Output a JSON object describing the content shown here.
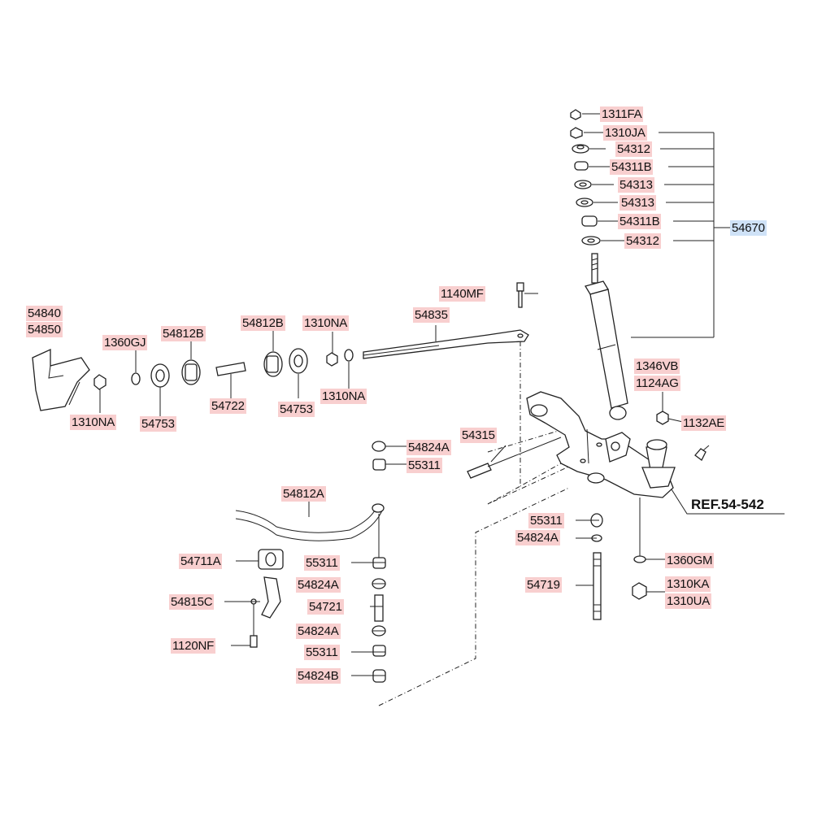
{
  "labels": {
    "l1311FA": "1311FA",
    "l1310JA": "1310JA",
    "l54312a": "54312",
    "l54311Ba": "54311B",
    "l54313a": "54313",
    "l54313b": "54313",
    "l54311Bb": "54311B",
    "l54312b": "54312",
    "l54670": "54670",
    "l1140MF": "1140MF",
    "l54835": "54835",
    "l54840": "54840",
    "l54850": "54850",
    "l1360GJ": "1360GJ",
    "l54812B_a": "54812B",
    "l54812B_b": "54812B",
    "l1310NA_a": "1310NA",
    "l1310NA_b": "1310NA",
    "l1310NA_c": "1310NA",
    "l54753a": "54753",
    "l54753b": "54753",
    "l54722": "54722",
    "l1346VB": "1346VB",
    "l1124AG": "1124AG",
    "l1132AE": "1132AE",
    "l54315": "54315",
    "l54824A_a": "54824A",
    "l55311a": "55311",
    "l54812A": "54812A",
    "lREF": "REF.54-542",
    "l55311b": "55311",
    "l54824A_b": "54824A",
    "l54711A": "54711A",
    "l55311c": "55311",
    "l1360GM": "1360GM",
    "l54824A_c": "54824A",
    "l54719": "54719",
    "l1310KA": "1310KA",
    "l1310UA": "1310UA",
    "l54815C": "54815C",
    "l54721": "54721",
    "l54824A_d": "54824A",
    "l1120NF": "1120NF",
    "l55311d": "55311",
    "l54824B": "54824B"
  },
  "colors": {
    "label_bg": "#f8cfcf",
    "highlight_bg": "#cfe2f7",
    "line": "#222222"
  }
}
